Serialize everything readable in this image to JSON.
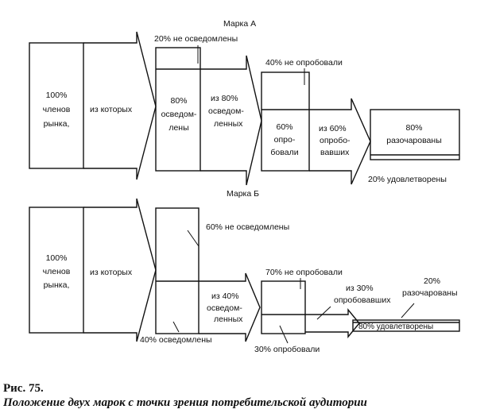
{
  "brand_a": {
    "title": "Марка А",
    "members_pct": "100%",
    "members_line1": "членов",
    "members_line2": "рынка,",
    "of_which": "из которых",
    "not_aware": "20% не осведомлены",
    "aware_pct": "80%",
    "aware_line1": "осведом-",
    "aware_line2": "лены",
    "of_aware_pct": "из 80%",
    "of_aware_line1": "осведом-",
    "of_aware_line2": "ленных",
    "not_tried": "40% не опробовали",
    "tried_pct": "60%",
    "tried_line1": "опро-",
    "tried_line2": "бовали",
    "of_tried_pct": "из 60%",
    "of_tried_line1": "опробо-",
    "of_tried_line2": "вавших",
    "disappointed_pct": "80%",
    "disappointed_label": "разочарованы",
    "satisfied": "20% удовлетворены"
  },
  "brand_b": {
    "title": "Марка Б",
    "members_pct": "100%",
    "members_line1": "членов",
    "members_line2": "рынка,",
    "of_which": "из которых",
    "not_aware": "60% не осведомлены",
    "aware": "40% осведомлены",
    "of_aware_pct": "из 40%",
    "of_aware_line1": "осведом-",
    "of_aware_line2": "ленных",
    "not_tried": "70% не опробовали",
    "tried": "30% опробовали",
    "of_tried_line1": "из 30%",
    "of_tried_line2": "опробовавших",
    "disappointed_pct": "20%",
    "disappointed_label": "разочарованы",
    "satisfied": "80% удовлетворены"
  },
  "caption": {
    "figure_number": "Рис. 75.",
    "title": "Положение двух марок с точки зрения потребительской аудитории"
  }
}
